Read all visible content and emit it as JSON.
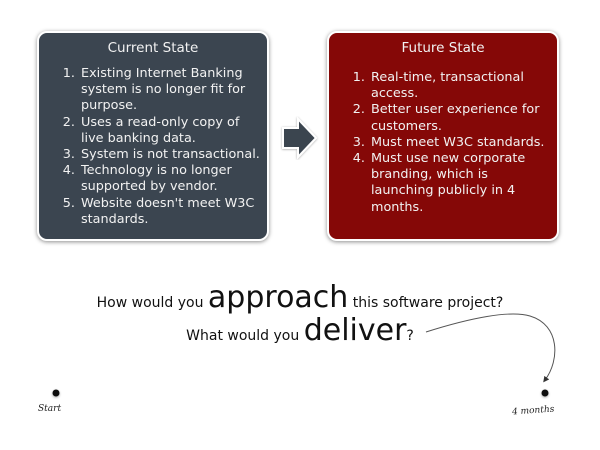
{
  "current_state": {
    "title": "Current State",
    "items": [
      "Existing Internet Banking system is no longer fit for purpose.",
      "Uses a read-only copy of live banking data.",
      "System is not transactional.",
      "Technology is no longer supported by vendor.",
      "Website doesn't meet W3C standards."
    ],
    "color": "#3b4550"
  },
  "future_state": {
    "title": "Future State",
    "items": [
      "Real-time, transactional access.",
      "Better user experience for customers.",
      "Must meet W3C standards.",
      "Must use new corporate branding, which is launching publicly in 4 months."
    ],
    "color": "#850807"
  },
  "arrow_icon": "right-arrow-icon",
  "questions": {
    "q1_pre": "How would you",
    "q1_big": "approach",
    "q1_post": "this software project?",
    "q2_pre": "What would you",
    "q2_big": "deliver",
    "q2_post": "?"
  },
  "timeline": {
    "start_label": "Start",
    "end_label": "4 months"
  }
}
